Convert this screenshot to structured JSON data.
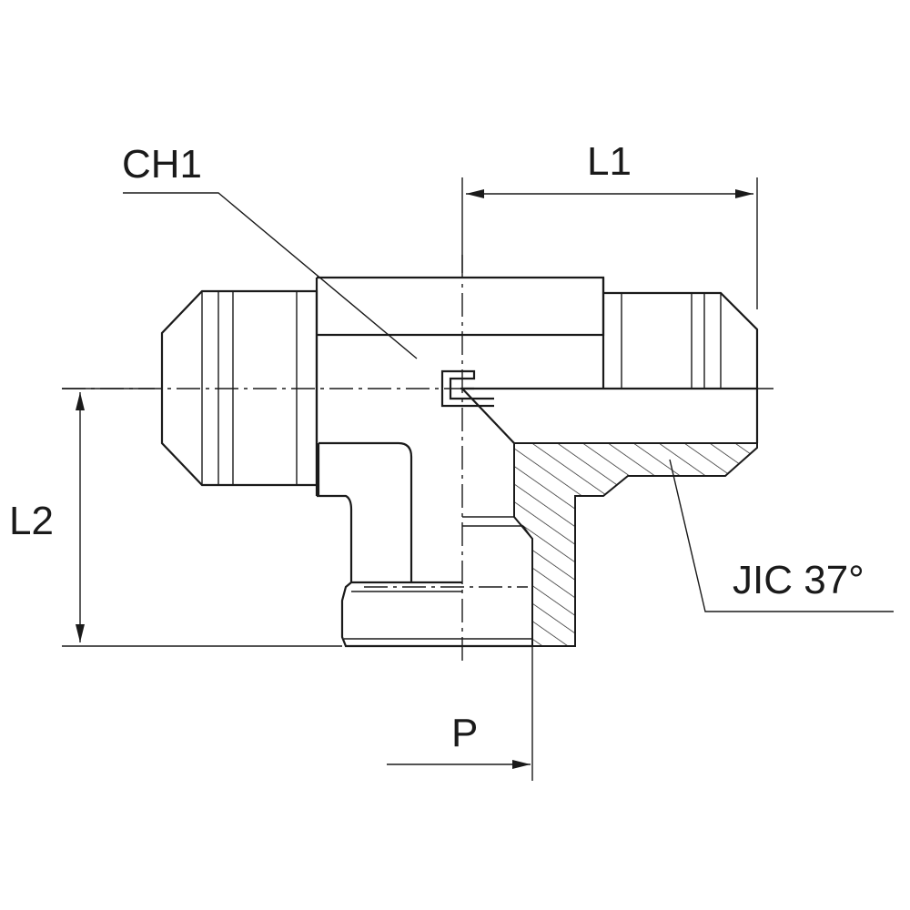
{
  "labels": {
    "ch1": "CH1",
    "l1": "L1",
    "l2": "L2",
    "p": "P",
    "jic": "JIC 37°"
  }
}
